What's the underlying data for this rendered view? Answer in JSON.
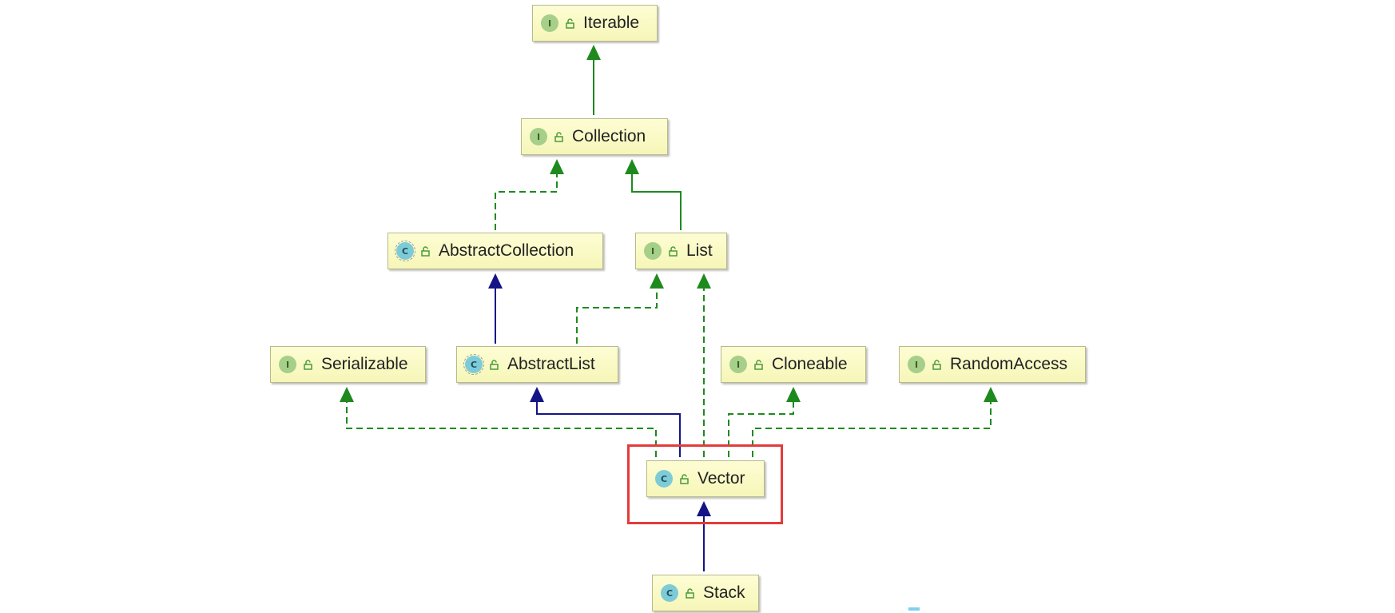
{
  "nodes": {
    "iterable": {
      "label": "Iterable",
      "badge": "I",
      "kind": "interface"
    },
    "collection": {
      "label": "Collection",
      "badge": "I",
      "kind": "interface"
    },
    "abstract_collection": {
      "label": "AbstractCollection",
      "badge": "C",
      "kind": "abstract-class"
    },
    "list": {
      "label": "List",
      "badge": "I",
      "kind": "interface"
    },
    "serializable": {
      "label": "Serializable",
      "badge": "I",
      "kind": "interface"
    },
    "abstract_list": {
      "label": "AbstractList",
      "badge": "C",
      "kind": "abstract-class"
    },
    "cloneable": {
      "label": "Cloneable",
      "badge": "I",
      "kind": "interface"
    },
    "random_access": {
      "label": "RandomAccess",
      "badge": "I",
      "kind": "interface"
    },
    "vector": {
      "label": "Vector",
      "badge": "C",
      "kind": "class"
    },
    "stack": {
      "label": "Stack",
      "badge": "C",
      "kind": "class"
    }
  },
  "colors": {
    "implements_edge": "#1e8a1e",
    "extends_edge": "#141486",
    "highlight": "#e33b3b",
    "node_fill": "#f8f8c0"
  },
  "icons": {
    "interface": "interface-badge-icon",
    "class": "class-badge-icon",
    "visibility": "unlocked-icon"
  },
  "highlighted_node": "vector"
}
